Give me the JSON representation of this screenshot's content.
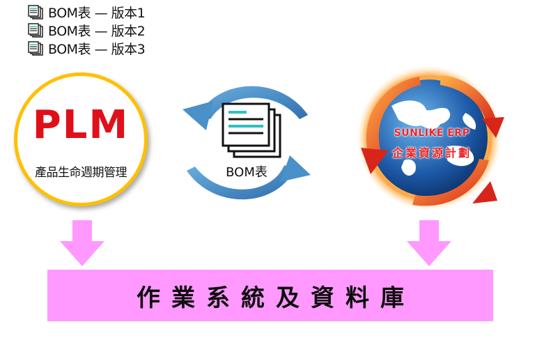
{
  "versions": [
    {
      "label": "BOM表 — 版本1"
    },
    {
      "label": "BOM表 — 版本2"
    },
    {
      "label": "BOM表 — 版本3"
    }
  ],
  "plm": {
    "title": "PLM",
    "subtitle": "產品生命週期管理"
  },
  "center": {
    "label": "BOM表"
  },
  "erp": {
    "brand": "SUNLIKE ERP",
    "subtitle": "企業資源計劃"
  },
  "database": {
    "label": "作業系統及資料庫"
  },
  "colors": {
    "plm_ring": "#ffc000",
    "plm_text": "#e0101b",
    "cycle_arrow": "#4a90c9",
    "erp_text": "#e8262b",
    "arrow_pink": "#ff99ff",
    "db_bg": "#ff99ff"
  },
  "icons": [
    "document-stack-icon",
    "cycle-arrow-icon",
    "globe-icon",
    "down-arrow-icon"
  ]
}
